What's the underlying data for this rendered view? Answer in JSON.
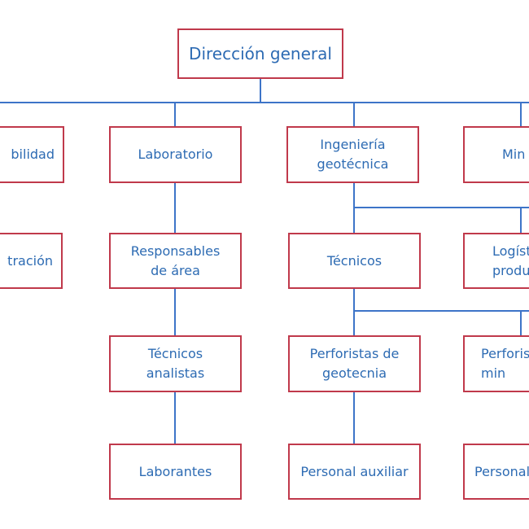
{
  "org_chart": {
    "root": "Dirección general",
    "departments": {
      "contabilidad": "bilidad",
      "administracion": "tración",
      "laboratorio": "Laboratorio",
      "ingenieria": "Ingeniería\ngeotécnica",
      "mineria": "Min"
    },
    "laboratorio_chain": [
      "Responsables\nde área",
      "Técnicos\nanalistas",
      "Laborantes"
    ],
    "ingenieria_chain": [
      "Técnicos",
      "Perforistas de\ngeotecnia",
      "Personal auxiliar"
    ],
    "mineria_chain": [
      "Logíst\nprodu",
      "Perforis\nmin",
      "Personal"
    ]
  },
  "colors": {
    "box_border": "#c0394b",
    "text": "#2d6bb3",
    "connector": "#3d74c8"
  }
}
